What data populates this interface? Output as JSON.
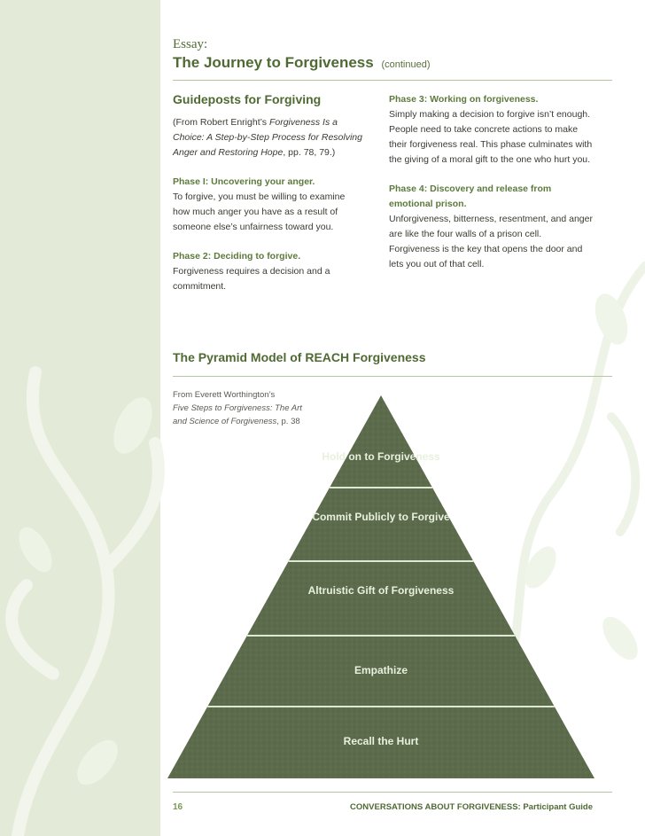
{
  "header": {
    "eyebrow": "Essay:",
    "title": "The Journey to Forgiveness",
    "title_suffix": "(continued)"
  },
  "guideposts": {
    "heading": "Guideposts for Forgiving",
    "citation_prefix": "(From Robert Enright’s ",
    "citation_book": "Forgiveness Is a Choice: A Step-by-Step Process for Resolving Anger and Restoring Hope",
    "citation_suffix": ", pp. 78, 79.)",
    "phases": [
      {
        "title": "Phase I: Uncovering your anger.",
        "text": "To forgive, you must be willing to examine how much anger you have as a result of someone else’s unfairness toward you."
      },
      {
        "title": "Phase 2: Deciding to forgive.",
        "text": "Forgiveness requires a decision and a commitment."
      },
      {
        "title": "Phase 3: Working on forgiveness.",
        "text": "Simply making a decision to forgive isn’t enough. People need to take concrete actions to make their forgiveness real. This phase culminates with the giving of a moral gift to the one who hurt you."
      },
      {
        "title": "Phase 4: Discovery and release from emotional prison.",
        "text": "Unforgiveness, bitterness, resentment, and anger are like the four walls of a prison cell. Forgiveness is the key that opens the door and lets you out of that cell."
      }
    ]
  },
  "pyramid": {
    "heading": "The Pyramid Model of REACH Forgiveness",
    "source_prefix": "From Everett Worthington’s",
    "source_book": "Five Steps to Forgiveness: The Art and Science of Forgiveness",
    "source_suffix": ", p. 38",
    "levels": [
      "Hold on to Forgiveness",
      "Commit Publicly to Forgive",
      "Altruistic Gift of Forgiveness",
      "Empathize",
      "Recall the Hurt"
    ],
    "fill_color": "#5c6b4b",
    "line_color": "#dfe8d2"
  },
  "footer": {
    "page_number": "16",
    "guide_title": "CONVERSATIONS ABOUT FORGIVENESS:",
    "guide_suffix": "Participant Guide"
  },
  "colors": {
    "accent_green": "#4f6a33",
    "band_green": "#e3ebd8"
  }
}
